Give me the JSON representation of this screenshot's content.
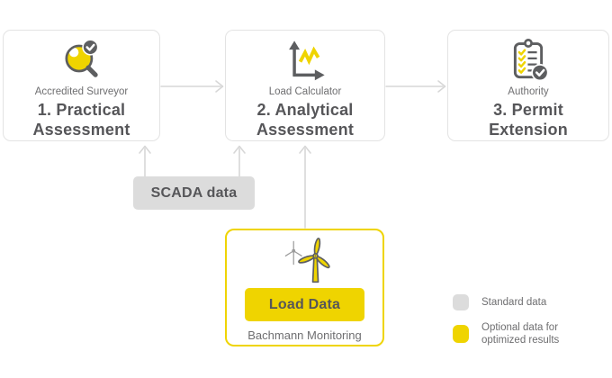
{
  "colors": {
    "accent_yellow": "#efd400",
    "icon_gray": "#5d5e60",
    "text_dark": "#565659",
    "text_gray": "#6e6e70",
    "box_border": "#e3e3e3",
    "arrow_gray": "#d7d7d7",
    "standard_fill": "#dcdcdc"
  },
  "steps": [
    {
      "icon": "magnifier-check-icon",
      "label": "Accredited Surveyor",
      "title": "1. Practical\nAssessment"
    },
    {
      "icon": "load-chart-icon",
      "label": "Load Calculator",
      "title": "2. Analytical\nAssessment"
    },
    {
      "icon": "clipboard-check-icon",
      "label": "Authority",
      "title": "3. Permit\nExtension"
    }
  ],
  "scada": {
    "label": "SCADA data"
  },
  "monitoring": {
    "icon": "wind-turbine-icon",
    "button_label": "Load Data",
    "caption": "Bachmann Monitoring"
  },
  "legend": [
    {
      "swatch": "standard",
      "label": "Standard data"
    },
    {
      "swatch": "optional",
      "label": "Optional data for\noptimized results"
    }
  ]
}
